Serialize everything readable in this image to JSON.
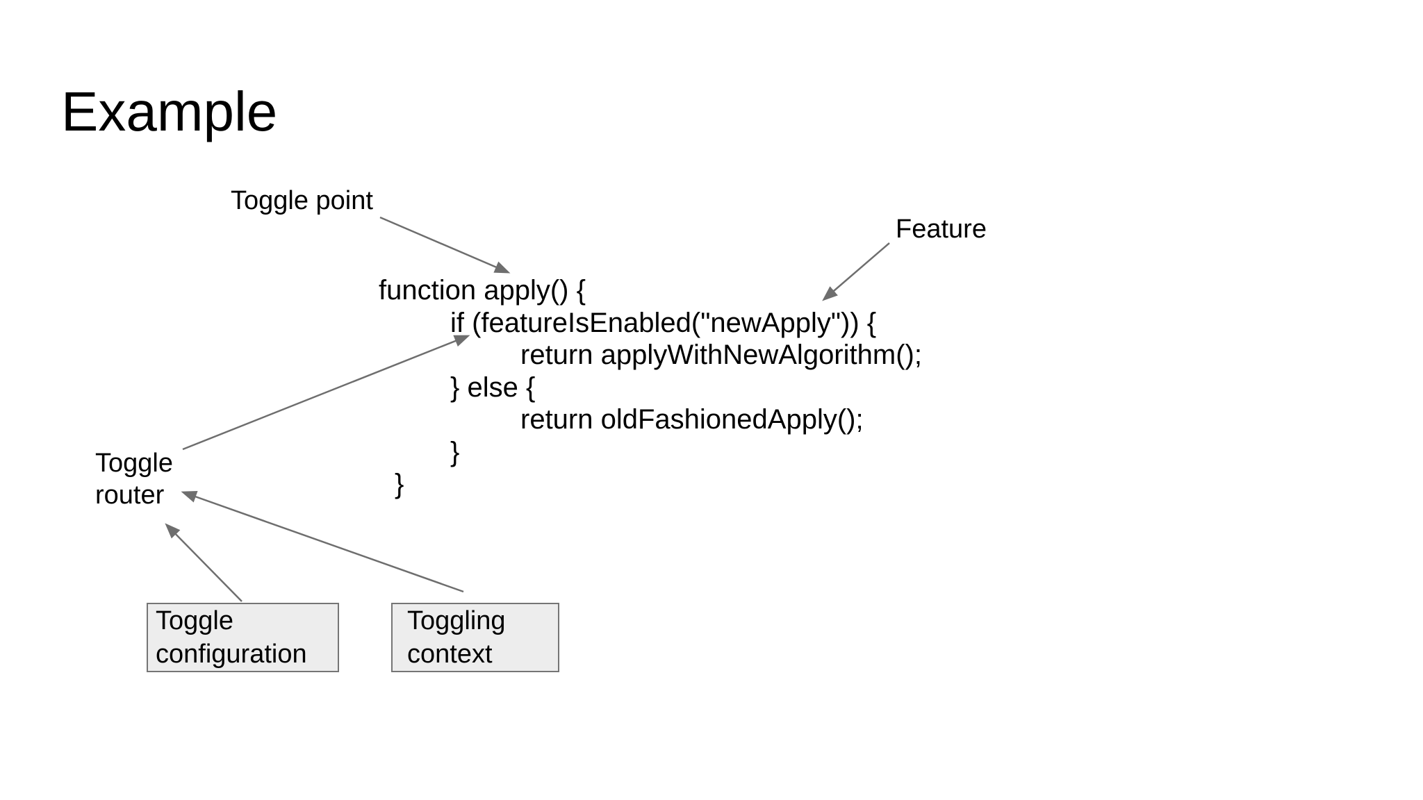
{
  "title": "Example",
  "annotations": {
    "toggle_point": "Toggle point",
    "feature": "Feature",
    "toggle_router": "Toggle router"
  },
  "code": {
    "lines": [
      "function apply() {",
      "if (featureIsEnabled(\"newApply\")) {",
      "return applyWithNewAlgorithm();",
      "} else {",
      "return oldFashionedApply();",
      "}",
      "}"
    ]
  },
  "boxes": {
    "toggle_configuration": "Toggle configuration",
    "toggling_context": "Toggling context"
  },
  "connections": [
    {
      "from": "Toggle point",
      "to": "function apply() line"
    },
    {
      "from": "Feature",
      "to": "featureIsEnabled(\"newApply\") line"
    },
    {
      "from": "Toggle router",
      "to": "if statement in code"
    },
    {
      "from": "Toggling context",
      "to": "Toggle router"
    },
    {
      "from": "Toggle configuration",
      "to": "Toggle router"
    }
  ],
  "colors": {
    "background": "#ffffff",
    "text": "#000000",
    "arrow": "#6e6e6e",
    "box_fill": "#ededed",
    "box_border": "#757575"
  }
}
